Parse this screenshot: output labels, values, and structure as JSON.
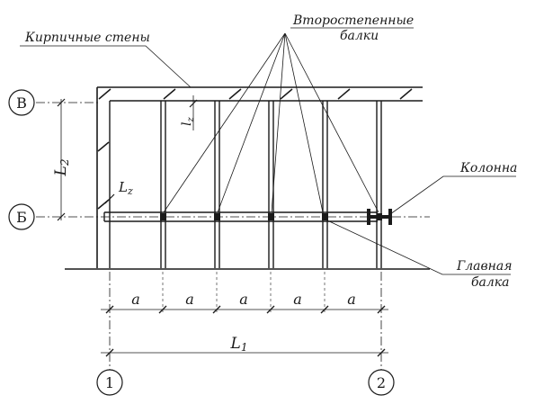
{
  "labels": {
    "brick_walls": "Кирпичные стены",
    "secondary_beams_l1": "Второстепенные",
    "secondary_beams_l2": "балки",
    "column": "Колонна",
    "main_beam_l1": "Главная",
    "main_beam_l2": "балка"
  },
  "axes": {
    "row_top": "В",
    "row_mid": "Б",
    "col_left": "1",
    "col_right": "2"
  },
  "dimensions": {
    "spacing": [
      "a",
      "a",
      "a",
      "a",
      "a"
    ],
    "span_L1": "L",
    "span_L1_sub": "1",
    "span_L2": "L",
    "span_L2_sub": "2",
    "lz_vertical": "l",
    "lz_vertical_sub": "z",
    "lz_horizontal": "L",
    "lz_horizontal_sub": "z"
  },
  "colors": {
    "ink": "#1a1a1a",
    "background": "#ffffff"
  }
}
